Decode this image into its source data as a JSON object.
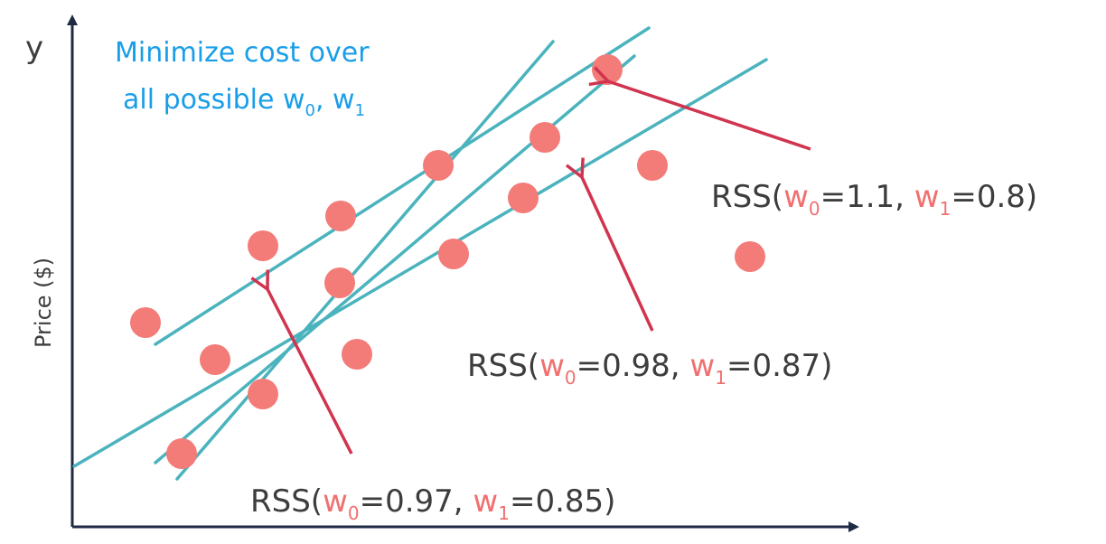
{
  "axes": {
    "y_label": "y",
    "y_axis_title": "Price ($)"
  },
  "note": {
    "line1": "Minimize cost over",
    "line2_prefix": "all possible w",
    "line2_sub0": "0",
    "line2_mid": ", w",
    "line2_sub1": "1"
  },
  "labels": [
    {
      "prefix": "RSS(",
      "w0": "w",
      "w0_sub": "0",
      "w0_val": "=1.1, ",
      "w1": "w",
      "w1_sub": "1",
      "w1_val": "=0.8)"
    },
    {
      "prefix": "RSS(",
      "w0": "w",
      "w0_sub": "0",
      "w0_val": "=0.98, ",
      "w1": "w",
      "w1_sub": "1",
      "w1_val": "=0.87)"
    },
    {
      "prefix": "RSS(",
      "w0": "w",
      "w0_sub": "0",
      "w0_val": "=0.97, ",
      "w1": "w",
      "w1_sub": "1",
      "w1_val": "=0.85)"
    }
  ],
  "colors": {
    "axis": "#1f2a44",
    "line": "#4ab3bd",
    "point": "#f37b78",
    "arrow": "#d0344f",
    "note": "#1a9ee8",
    "label": "#3d3d3d",
    "param": "#f07070"
  }
}
